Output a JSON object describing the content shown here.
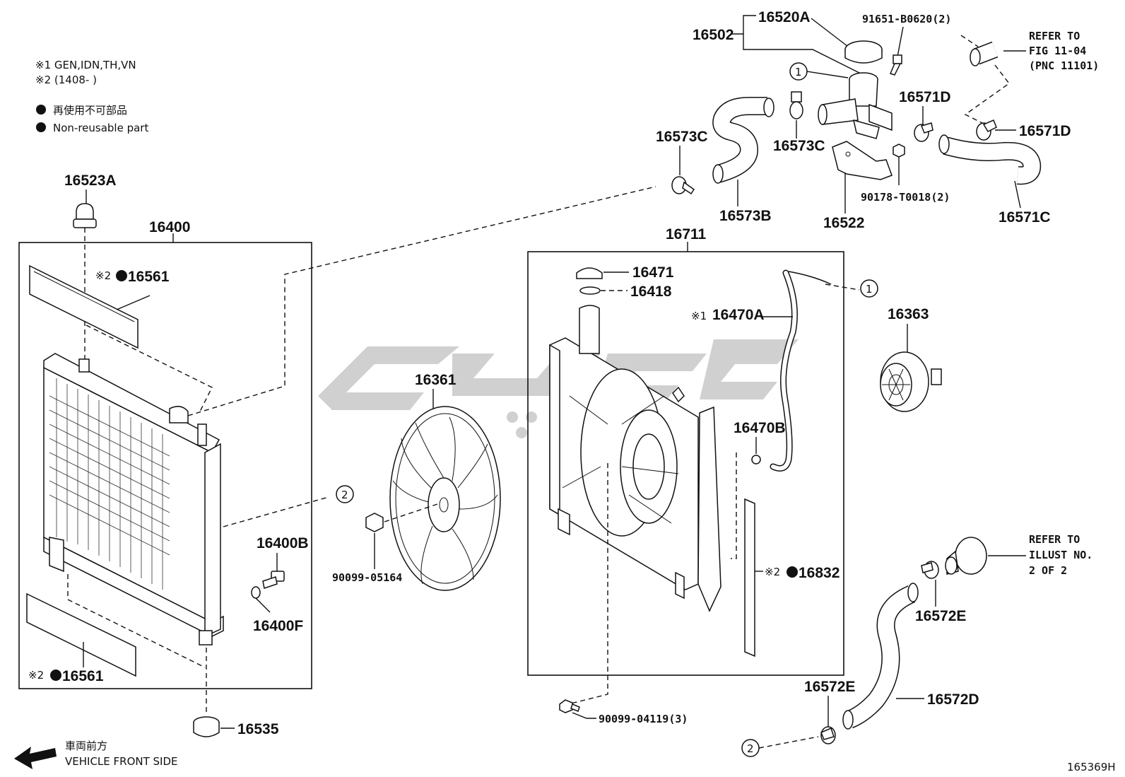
{
  "notes": {
    "note1": "※1 GEN,IDN,TH,VN",
    "note2": "※2 (1408-      )",
    "legend_jp": "再使用不可部品",
    "legend_en": "Non-reusable part"
  },
  "direction": {
    "jp": "車両前方",
    "en": "VEHICLE FRONT SIDE"
  },
  "figure_id": "165369H",
  "refer_top": {
    "line1": "REFER TO",
    "line2": "FIG 11-04",
    "line3": "(PNC 11101)"
  },
  "refer_right": {
    "line1": "REFER TO",
    "line2": "ILLUST NO.",
    "line3": "2 OF 2"
  },
  "marker_symbol": "●",
  "parts": {
    "p16520A": "16520A",
    "p16502": "16502",
    "p91651": "91651-B0620(2)",
    "p16571D_a": "16571D",
    "p16571D_b": "16571D",
    "p16573C_a": "16573C",
    "p16573C_b": "16573C",
    "p16573B": "16573B",
    "p16522": "16522",
    "p90178": "90178-T0018(2)",
    "p16571C": "16571C",
    "p16523A": "16523A",
    "p16400": "16400",
    "p16561_top_prefix": "※2",
    "p16561_top": "16561",
    "p16561_bot_prefix": "※2",
    "p16561_bot": "16561",
    "p16711": "16711",
    "p16471": "16471",
    "p16418": "16418",
    "p16470A_prefix": "※1",
    "p16470A": "16470A",
    "p16363": "16363",
    "p16361": "16361",
    "p16470B": "16470B",
    "p16400B": "16400B",
    "p16400F": "16400F",
    "p90099_05164": "90099-05164",
    "p16832_prefix": "※2",
    "p16832": "16832",
    "p16572E_a": "16572E",
    "p16572E_b": "16572E",
    "p16572D": "16572D",
    "p90099_04119": "90099-04119(3)",
    "p16535": "16535"
  },
  "callouts": {
    "c1": "1",
    "c2": "2"
  }
}
